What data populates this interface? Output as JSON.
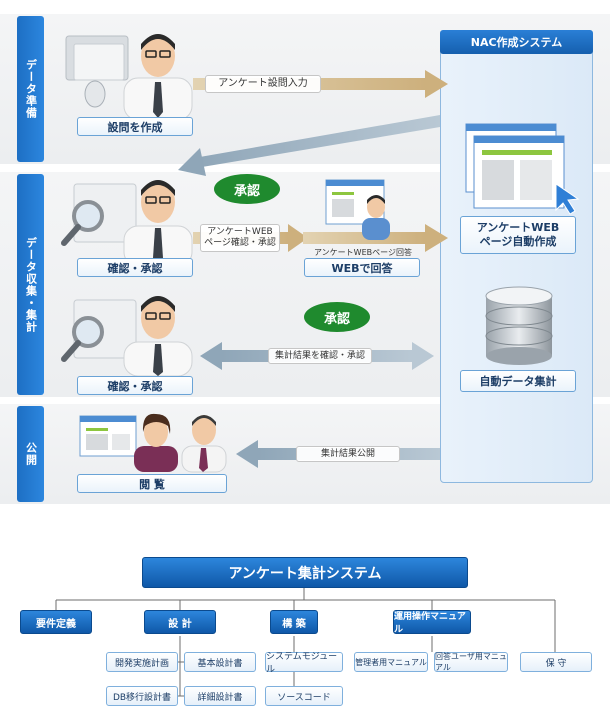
{
  "sections": {
    "prep": "データ準備",
    "collect": "データ収集・集計",
    "publish": "公開"
  },
  "nac_title": "NAC作成システム",
  "boxes": {
    "create_questions": "設問を作成",
    "confirm_approve_1": "確認・承認",
    "web_answer": "WEBで回答",
    "confirm_approve_2": "確認・承認",
    "view": "閲 覧",
    "auto_web": "アンケートWEB\nページ自動作成",
    "auto_tally": "自動データ集計"
  },
  "arrows": {
    "survey_input": "アンケート設問入力",
    "web_page_confirm": "アンケートWEB\nページ確認・承認",
    "web_page_answer": "アンケートWEBページ回答",
    "confirm_results": "集計結果を確認・承認",
    "publish_results": "集計結果公開"
  },
  "bubbles": {
    "approve_1": "承認",
    "approve_2": "承認"
  },
  "org": {
    "root": "アンケート集計システム",
    "requirements": "要件定義",
    "design": "設 計",
    "build": "構 築",
    "manual": "運用操作マニュアル",
    "maintenance": "保 守",
    "dev_plan": "開発実施計画",
    "basic_design": "基本設計書",
    "db_migration": "DB移行設計書",
    "detail_design": "詳細設計書",
    "system_module": "システムモジュール",
    "source_code": "ソースコード",
    "admin_manual": "管理者用マニュアル",
    "user_manual": "回答ユーザ用マニュアル"
  },
  "colors": {
    "accent_blue": "#1d6fc4",
    "arrow_tan": "#d2b98b",
    "arrow_gray": "#9fb3c3",
    "bubble_green": "#1f8a2e"
  }
}
